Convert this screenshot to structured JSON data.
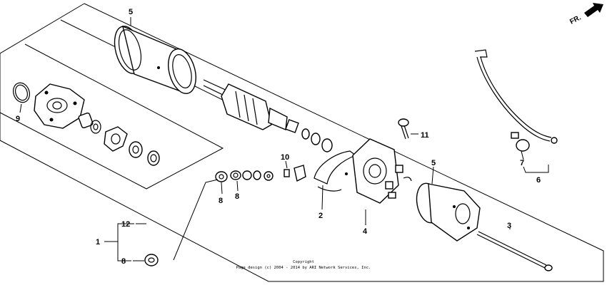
{
  "direction_label": "FR.",
  "callouts": [
    {
      "id": "c5a",
      "text": "5"
    },
    {
      "id": "c9",
      "text": "9"
    },
    {
      "id": "c10",
      "text": "10"
    },
    {
      "id": "c11",
      "text": "11"
    },
    {
      "id": "c5b",
      "text": "5"
    },
    {
      "id": "c7",
      "text": "7"
    },
    {
      "id": "c6",
      "text": "6"
    },
    {
      "id": "c8a",
      "text": "8"
    },
    {
      "id": "c8b",
      "text": "8"
    },
    {
      "id": "c2",
      "text": "2"
    },
    {
      "id": "c4",
      "text": "4"
    },
    {
      "id": "c3",
      "text": "3"
    },
    {
      "id": "c12",
      "text": "12"
    },
    {
      "id": "c1",
      "text": "1"
    },
    {
      "id": "c8c",
      "text": "8"
    }
  ],
  "footer": {
    "line1": "Copyright",
    "line2": "Page design (c) 2004 - 2014 by ARI Network Services, Inc."
  }
}
